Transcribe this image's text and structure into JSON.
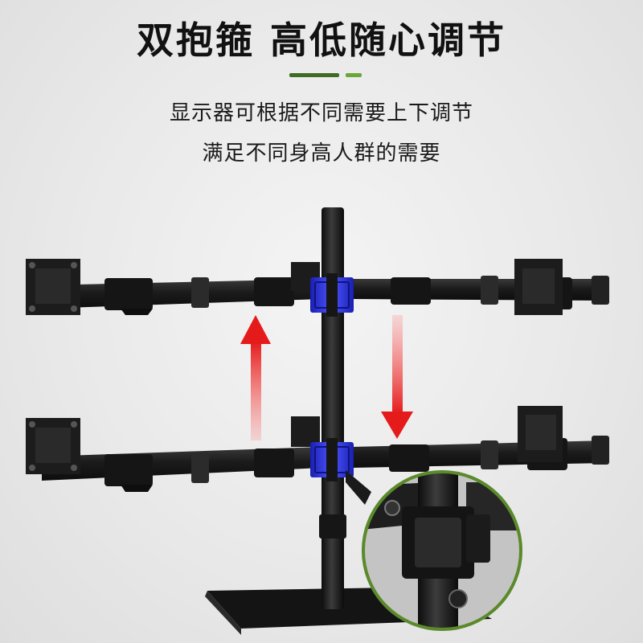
{
  "headline": "双抱箍 高低随心调节",
  "description_line1": "显示器可根据不同需要上下调节",
  "description_line2": "满足不同身高人群的需要",
  "colors": {
    "accent_dark": "#3f6b22",
    "accent_light": "#6aa63a",
    "clamp_blue": "#2a2fd6",
    "arrow_red": "#e51b1b",
    "zoom_ring": "#5a8a2a"
  }
}
